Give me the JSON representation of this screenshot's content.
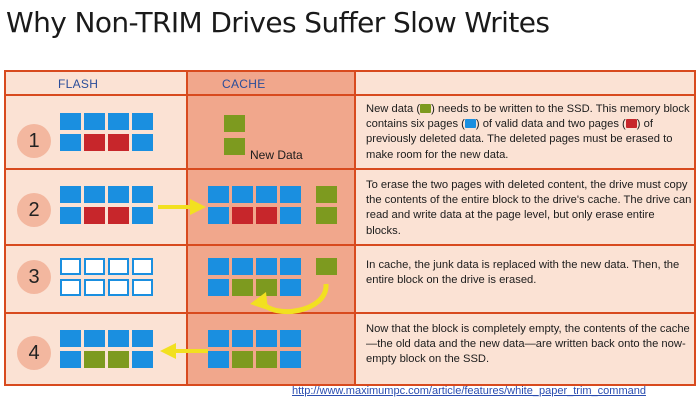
{
  "title": "Why Non-TRIM Drives Suffer Slow Writes",
  "headers": {
    "flash": "FLASH",
    "cache": "CACHE"
  },
  "colors": {
    "frame": "#d84a1e",
    "cell": "#fbe2d4",
    "cache_cell": "#f1a78c",
    "blue": "#1a8fe0",
    "red": "#c7262b",
    "green": "#7d9a1f",
    "arrow": "#f2e020"
  },
  "steps": [
    {
      "number": "1",
      "new_data_label": "New Data",
      "text": [
        "New data (",
        "green",
        ") needs to be written to the SSD. This memory block contains six pages (",
        "blue",
        ") of valid data and two pages (",
        "red",
        ") of previously deleted data. The deleted pages must be erased to make room for the new data."
      ]
    },
    {
      "number": "2",
      "text": "To erase the two pages with deleted content, the drive must copy the contents of the entire block to the drive's cache. The drive can read and write data at the page level, but only erase entire blocks."
    },
    {
      "number": "3",
      "text": "In cache, the junk data is replaced with the new data. Then, the entire block on the drive is erased."
    },
    {
      "number": "4",
      "text": "Now that the block is completely empty, the contents of the cache—the old data and the new data—are written back onto the now-empty block on the SSD."
    }
  ],
  "source_link": "http://www.maximumpc.com/article/features/white_paper_trim_command"
}
